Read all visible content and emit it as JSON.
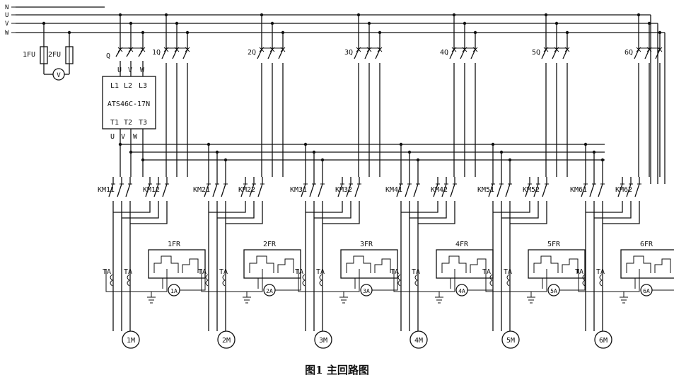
{
  "buses": [
    "N",
    "U",
    "V",
    "W"
  ],
  "fuses": [
    "1FU",
    "2FU"
  ],
  "voltmeter": "V",
  "main_breaker": "Q",
  "ats": {
    "top_labels": [
      "U",
      "V",
      "W"
    ],
    "in_labels": [
      "L1",
      "L2",
      "L3"
    ],
    "model": "ATS46C-17N",
    "out_labels": [
      "T1",
      "T2",
      "T3"
    ],
    "bottom_labels": [
      "U",
      "V",
      "W"
    ]
  },
  "breaker_labels": [
    "1Q",
    "2Q",
    "3Q",
    "4Q",
    "5Q",
    "6Q"
  ],
  "contactor_labels": [
    [
      "KM11",
      "KM12"
    ],
    [
      "KM21",
      "KM22"
    ],
    [
      "KM31",
      "KM32"
    ],
    [
      "KM41",
      "KM42"
    ],
    [
      "KM51",
      "KM52"
    ],
    [
      "KM61",
      "KM62"
    ]
  ],
  "relay_labels": [
    "1FR",
    "2FR",
    "3FR",
    "4FR",
    "5FR",
    "6FR"
  ],
  "ct_label": "TA",
  "ammeter_labels": [
    "1A",
    "2A",
    "3A",
    "4A",
    "5A",
    "6A"
  ],
  "motor_labels": [
    "1M",
    "2M",
    "3M",
    "4M",
    "5M",
    "6M"
  ],
  "caption": "图1   主回路图"
}
